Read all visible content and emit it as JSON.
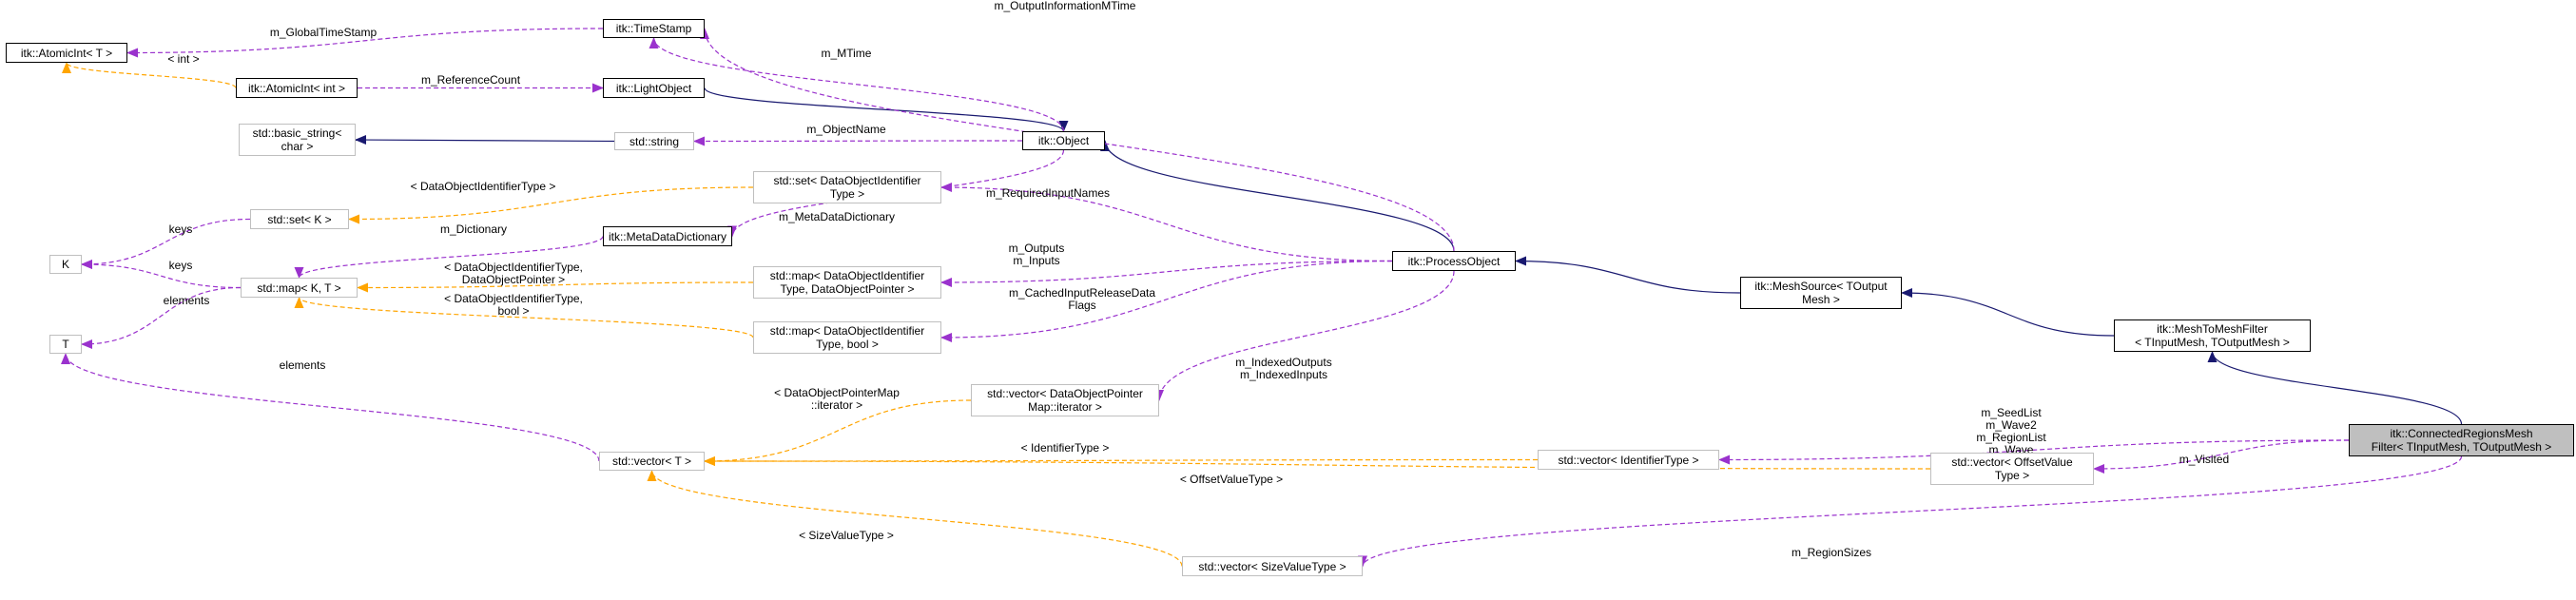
{
  "nodes": [
    {
      "id": "atomicT",
      "label": "itk::AtomicInt< T >",
      "style": "solid"
    },
    {
      "id": "timestamp",
      "label": "itk::TimeStamp",
      "style": "solid"
    },
    {
      "id": "atomicInt",
      "label": "itk::AtomicInt< int >",
      "style": "solid"
    },
    {
      "id": "lightobject",
      "label": "itk::LightObject",
      "style": "solid"
    },
    {
      "id": "basicstring",
      "label": "std::basic_string<\nchar >",
      "style": "muted"
    },
    {
      "id": "stdstring",
      "label": "std::string",
      "style": "muted"
    },
    {
      "id": "object",
      "label": "itk::Object",
      "style": "solid"
    },
    {
      "id": "setK",
      "label": "std::set< K >",
      "style": "muted"
    },
    {
      "id": "setDOI",
      "label": "std::set< DataObjectIdentifier\nType >",
      "style": "muted"
    },
    {
      "id": "K",
      "label": "K",
      "style": "muted"
    },
    {
      "id": "metadatadict",
      "label": "itk::MetaDataDictionary",
      "style": "solid"
    },
    {
      "id": "mapKT",
      "label": "std::map< K, T >",
      "style": "muted"
    },
    {
      "id": "mapDOIptr",
      "label": "std::map< DataObjectIdentifier\nType, DataObjectPointer >",
      "style": "muted"
    },
    {
      "id": "processobject",
      "label": "itk::ProcessObject",
      "style": "solid"
    },
    {
      "id": "meshsource",
      "label": "itk::MeshSource< TOutput\nMesh >",
      "style": "solid"
    },
    {
      "id": "T",
      "label": "T",
      "style": "muted"
    },
    {
      "id": "mapDOIbool",
      "label": "std::map< DataObjectIdentifier\nType, bool >",
      "style": "muted"
    },
    {
      "id": "meshtomesh",
      "label": "itk::MeshToMeshFilter\n< TInputMesh, TOutputMesh >",
      "style": "solid"
    },
    {
      "id": "vectorDOPiter",
      "label": "std::vector< DataObjectPointer\nMap::iterator >",
      "style": "muted"
    },
    {
      "id": "vectorT",
      "label": "std::vector< T >",
      "style": "muted"
    },
    {
      "id": "vectorIdent",
      "label": "std::vector< IdentifierType >",
      "style": "muted"
    },
    {
      "id": "connected",
      "label": "itk::ConnectedRegionsMesh\nFilter< TInputMesh, TOutputMesh >",
      "style": "focus"
    },
    {
      "id": "vectorOffset",
      "label": "std::vector< OffsetValue\nType >",
      "style": "muted"
    },
    {
      "id": "vectorSize",
      "label": "std::vector< SizeValueType >",
      "style": "muted"
    }
  ],
  "edges": [
    {
      "from": "atomicInt",
      "to": "atomicT",
      "kind": "template",
      "label": "< int >"
    },
    {
      "from": "timestamp",
      "to": "atomicT",
      "kind": "member",
      "label": "m_GlobalTimeStamp"
    },
    {
      "from": "atomicInt",
      "to": "lightobject",
      "kind": "member",
      "label": "m_ReferenceCount",
      "reverse": true
    },
    {
      "from": "stdstring",
      "to": "basicstring",
      "kind": "inherit",
      "label": ""
    },
    {
      "from": "lightobject",
      "to": "object",
      "kind": "inherit",
      "label": "",
      "reverse": true
    },
    {
      "from": "object",
      "to": "timestamp",
      "kind": "member",
      "label": "m_MTime"
    },
    {
      "from": "object",
      "to": "stdstring",
      "kind": "member",
      "label": "m_ObjectName"
    },
    {
      "from": "setDOI",
      "to": "setK",
      "kind": "template",
      "label": "< DataObjectIdentifierType >"
    },
    {
      "from": "setK",
      "to": "K",
      "kind": "member",
      "label": "keys"
    },
    {
      "from": "mapKT",
      "to": "K",
      "kind": "member",
      "label": "keys"
    },
    {
      "from": "object",
      "to": "metadatadict",
      "kind": "member",
      "label": "m_MetaDataDictionary"
    },
    {
      "from": "metadatadict",
      "to": "mapKT",
      "kind": "member",
      "label": "m_Dictionary"
    },
    {
      "from": "mapDOIptr",
      "to": "mapKT",
      "kind": "template",
      "label": "< DataObjectIdentifierType,\nDataObjectPointer >"
    },
    {
      "from": "mapDOIbool",
      "to": "mapKT",
      "kind": "template",
      "label": "< DataObjectIdentifierType,\nbool >"
    },
    {
      "from": "mapKT",
      "to": "T",
      "kind": "member",
      "label": "elements"
    },
    {
      "from": "processobject",
      "to": "object",
      "kind": "inherit",
      "label": ""
    },
    {
      "from": "processobject",
      "to": "timestamp",
      "kind": "member",
      "label": "m_OutputInformationMTime"
    },
    {
      "from": "processobject",
      "to": "setDOI",
      "kind": "member",
      "label": "m_RequiredInputNames"
    },
    {
      "from": "processobject",
      "to": "mapDOIptr",
      "kind": "member",
      "label": "m_Outputs\nm_Inputs"
    },
    {
      "from": "processobject",
      "to": "mapDOIbool",
      "kind": "member",
      "label": "m_CachedInputReleaseData\nFlags"
    },
    {
      "from": "processobject",
      "to": "vectorDOPiter",
      "kind": "member",
      "label": "m_IndexedOutputs\nm_IndexedInputs"
    },
    {
      "from": "meshsource",
      "to": "processobject",
      "kind": "inherit",
      "label": ""
    },
    {
      "from": "meshtomesh",
      "to": "meshsource",
      "kind": "inherit",
      "label": ""
    },
    {
      "from": "connected",
      "to": "meshtomesh",
      "kind": "inherit",
      "label": ""
    },
    {
      "from": "vectorT",
      "to": "T",
      "kind": "member",
      "label": "elements"
    },
    {
      "from": "vectorDOPiter",
      "to": "vectorT",
      "kind": "template",
      "label": "< DataObjectPointerMap\n::iterator >"
    },
    {
      "from": "vectorIdent",
      "to": "vectorT",
      "kind": "template",
      "label": "< IdentifierType >"
    },
    {
      "from": "vectorOffset",
      "to": "vectorT",
      "kind": "template",
      "label": "< OffsetValueType >"
    },
    {
      "from": "vectorSize",
      "to": "vectorT",
      "kind": "template",
      "label": "< SizeValueType >"
    },
    {
      "from": "connected",
      "to": "vectorIdent",
      "kind": "member",
      "label": "m_SeedList\nm_Wave2\nm_RegionList\nm_Wave"
    },
    {
      "from": "connected",
      "to": "vectorOffset",
      "kind": "member",
      "label": "m_Visited"
    },
    {
      "from": "connected",
      "to": "vectorSize",
      "kind": "member",
      "label": "m_RegionSizes"
    }
  ],
  "colors": {
    "inherit": "#191970",
    "member": "#9a32cd",
    "template": "#ffa500",
    "focus_fill": "#bfbfbf",
    "muted_border": "#bfbfbf"
  }
}
